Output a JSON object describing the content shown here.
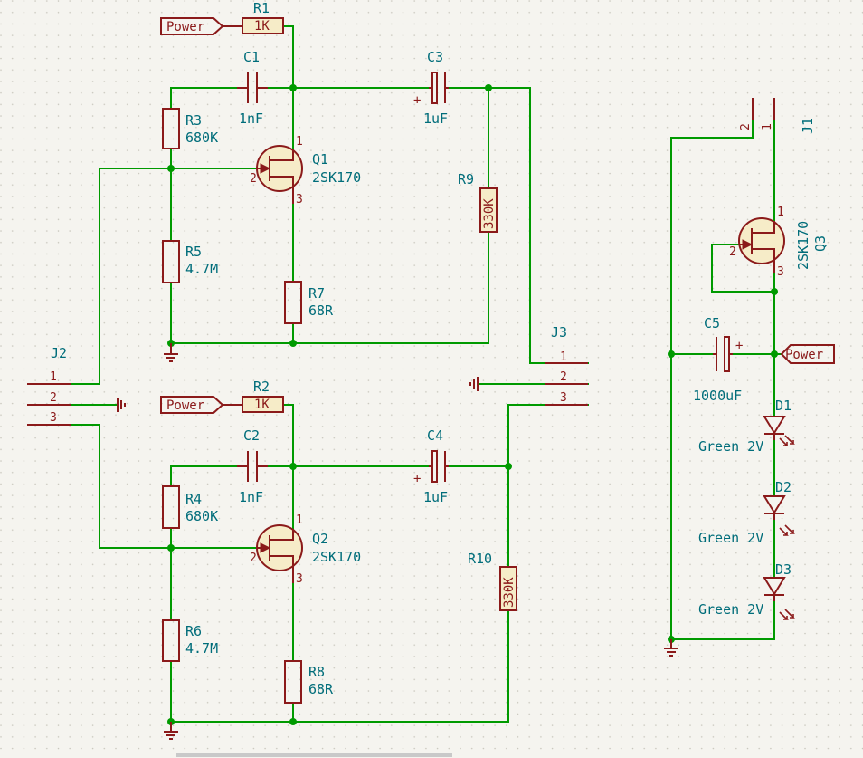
{
  "components": {
    "R1": {
      "ref": "R1",
      "value": "1K"
    },
    "R2": {
      "ref": "R2",
      "value": "1K"
    },
    "R3": {
      "ref": "R3",
      "value": "680K"
    },
    "R4": {
      "ref": "R4",
      "value": "680K"
    },
    "R5": {
      "ref": "R5",
      "value": "4.7M"
    },
    "R6": {
      "ref": "R6",
      "value": "4.7M"
    },
    "R7": {
      "ref": "R7",
      "value": "68R"
    },
    "R8": {
      "ref": "R8",
      "value": "68R"
    },
    "R9": {
      "ref": "R9",
      "value": "330K"
    },
    "R10": {
      "ref": "R10",
      "value": "330K"
    },
    "C1": {
      "ref": "C1",
      "value": "1nF"
    },
    "C2": {
      "ref": "C2",
      "value": "1nF"
    },
    "C3": {
      "ref": "C3",
      "value": "1uF"
    },
    "C4": {
      "ref": "C4",
      "value": "1uF"
    },
    "C5": {
      "ref": "C5",
      "value": "1000uF"
    },
    "Q1": {
      "ref": "Q1",
      "value": "2SK170"
    },
    "Q2": {
      "ref": "Q2",
      "value": "2SK170"
    },
    "Q3": {
      "ref": "Q3",
      "value": "2SK170"
    },
    "D1": {
      "ref": "D1",
      "value": "Green 2V"
    },
    "D2": {
      "ref": "D2",
      "value": "Green 2V"
    },
    "D3": {
      "ref": "D3",
      "value": "Green 2V"
    },
    "J1": {
      "ref": "J1"
    },
    "J2": {
      "ref": "J2"
    },
    "J3": {
      "ref": "J3"
    }
  },
  "net_labels": {
    "power": "Power",
    "plus": "+"
  },
  "pins": {
    "p1": "1",
    "p2": "2",
    "p3": "3"
  },
  "colors": {
    "wire": "#009a00",
    "symbol": "#8b1a1a",
    "text": "#006d7a",
    "background": "#f5f4ef",
    "body_fill": "#f6ecc8"
  }
}
